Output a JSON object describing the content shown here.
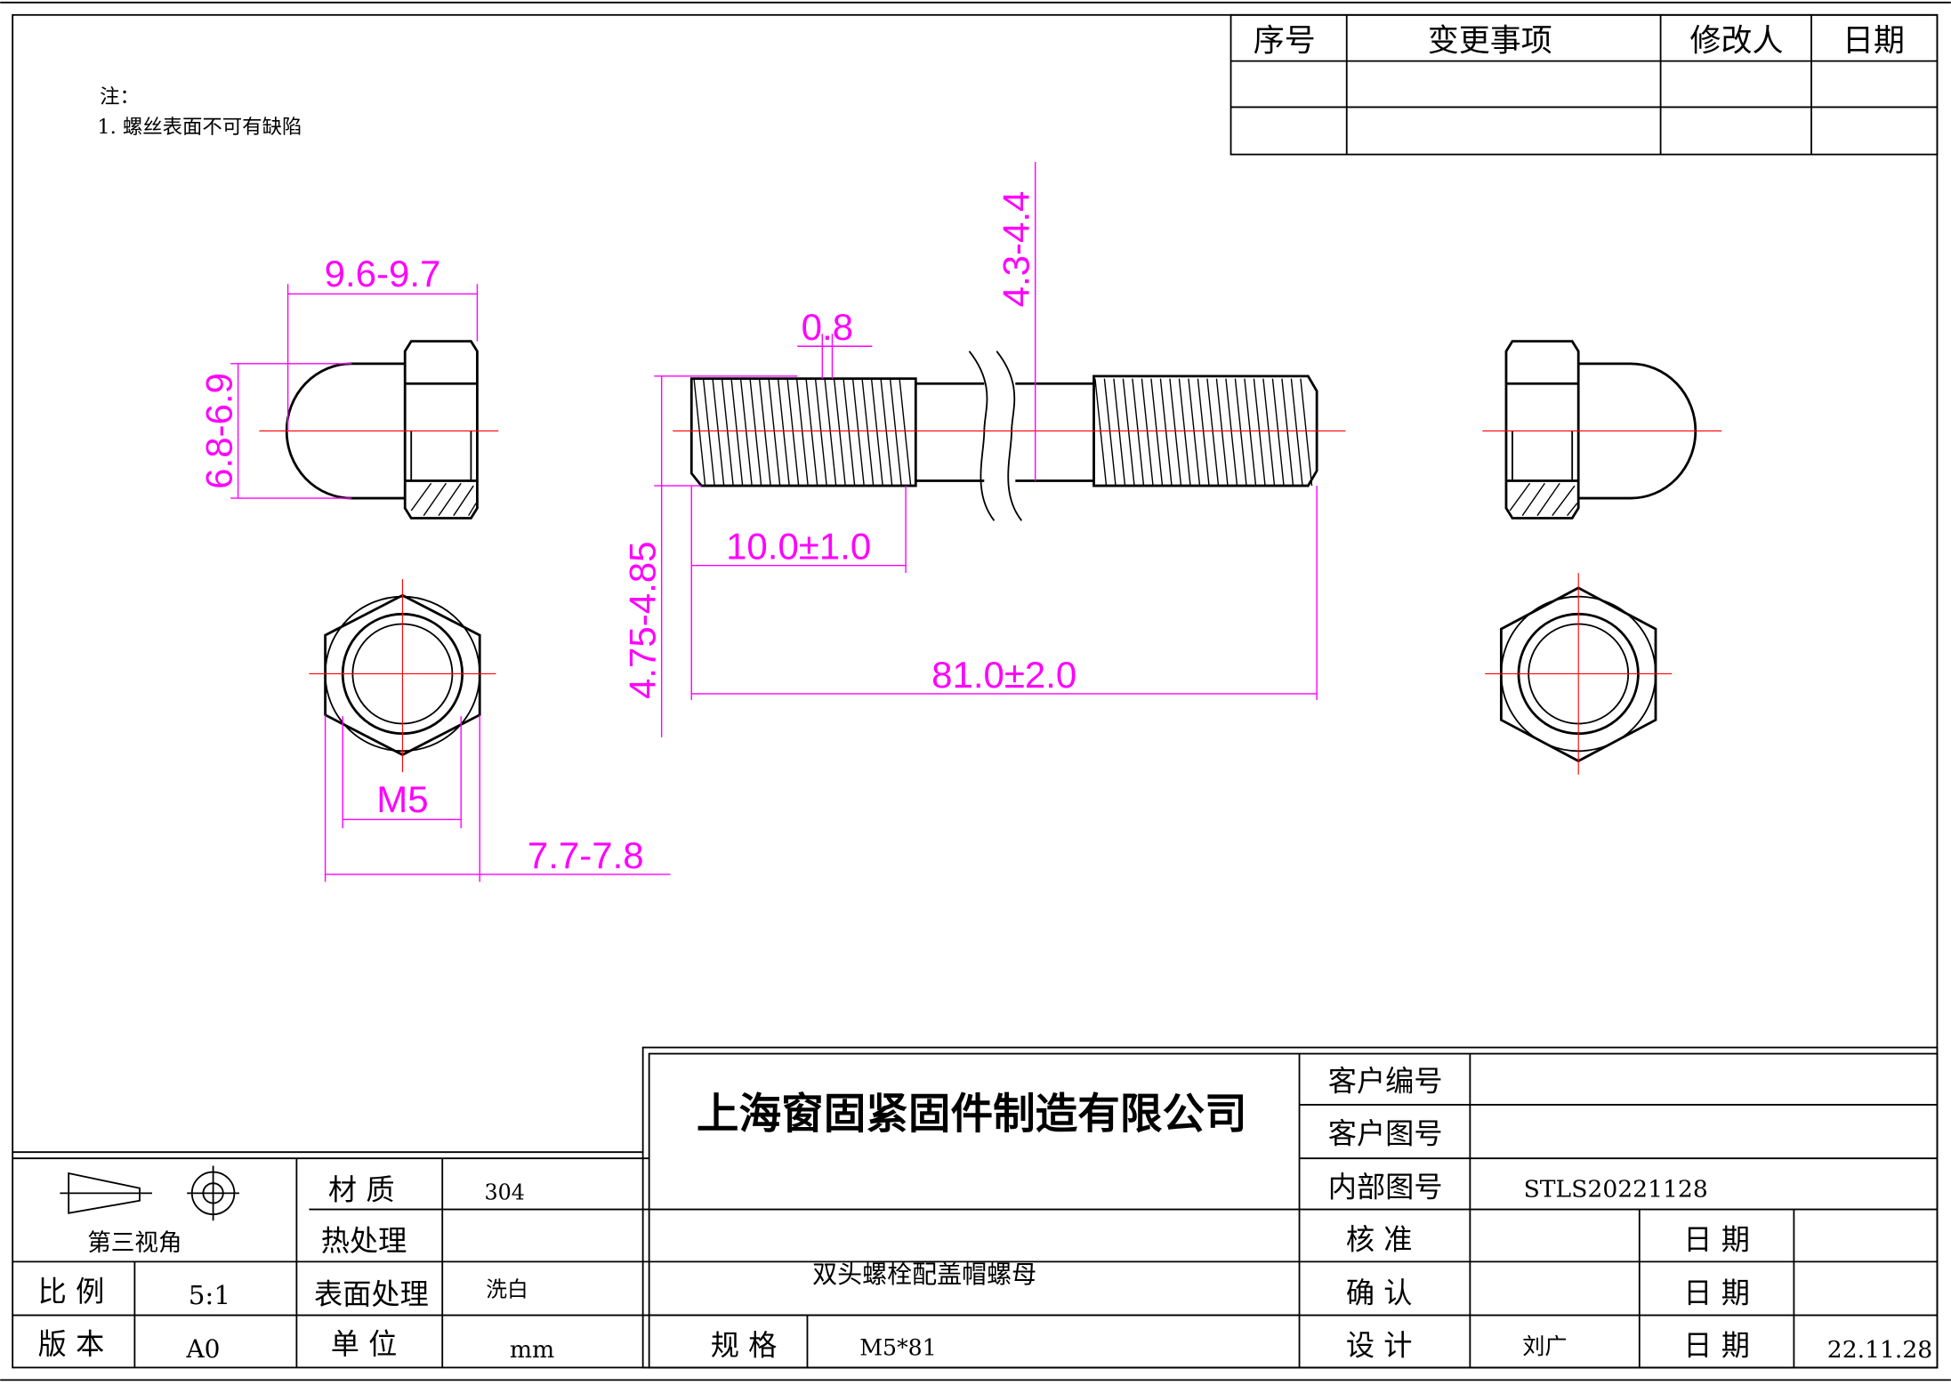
{
  "notes": {
    "title": "注：",
    "item1": "1. 螺丝表面不可有缺陷"
  },
  "revision_table": {
    "headers": [
      "序号",
      "变更事项",
      "修改人",
      "日期"
    ]
  },
  "dimensions": {
    "nut_length": "9.6-9.7",
    "nut_dome_dia": "6.8-6.9",
    "thread_pitch": "0.8",
    "shank_dia": "4.3-4.4",
    "thread_dia": "4.75-4.85",
    "thread_length": "10.0±1.0",
    "total_length": "81.0±2.0",
    "nut_thread": "M5",
    "hex_width": "7.7-7.8"
  },
  "title_block": {
    "company": "上海窗固紧固件制造有限公司",
    "projection": "第三视角",
    "material_label": "材 质",
    "material": "304",
    "heat_label": "热处理",
    "heat": "",
    "surface_label": "表面处理",
    "surface": "洗白",
    "scale_label": "比 例",
    "scale": "5:1",
    "version_label": "版 本",
    "version": "A0",
    "unit_label": "单 位",
    "unit": "mm",
    "spec_label": "规 格",
    "spec": "M5*81",
    "product_name": "双头螺栓配盖帽螺母",
    "customer_no_label": "客户编号",
    "customer_no": "",
    "customer_dwg_label": "客户图号",
    "customer_dwg": "",
    "internal_dwg_label": "内部图号",
    "internal_dwg": "STLS20221128",
    "approve_label": "核 准",
    "confirm_label": "确 认",
    "design_label": "设 计",
    "designer": "刘广",
    "date_label": "日 期",
    "design_date": "22.11.28"
  }
}
